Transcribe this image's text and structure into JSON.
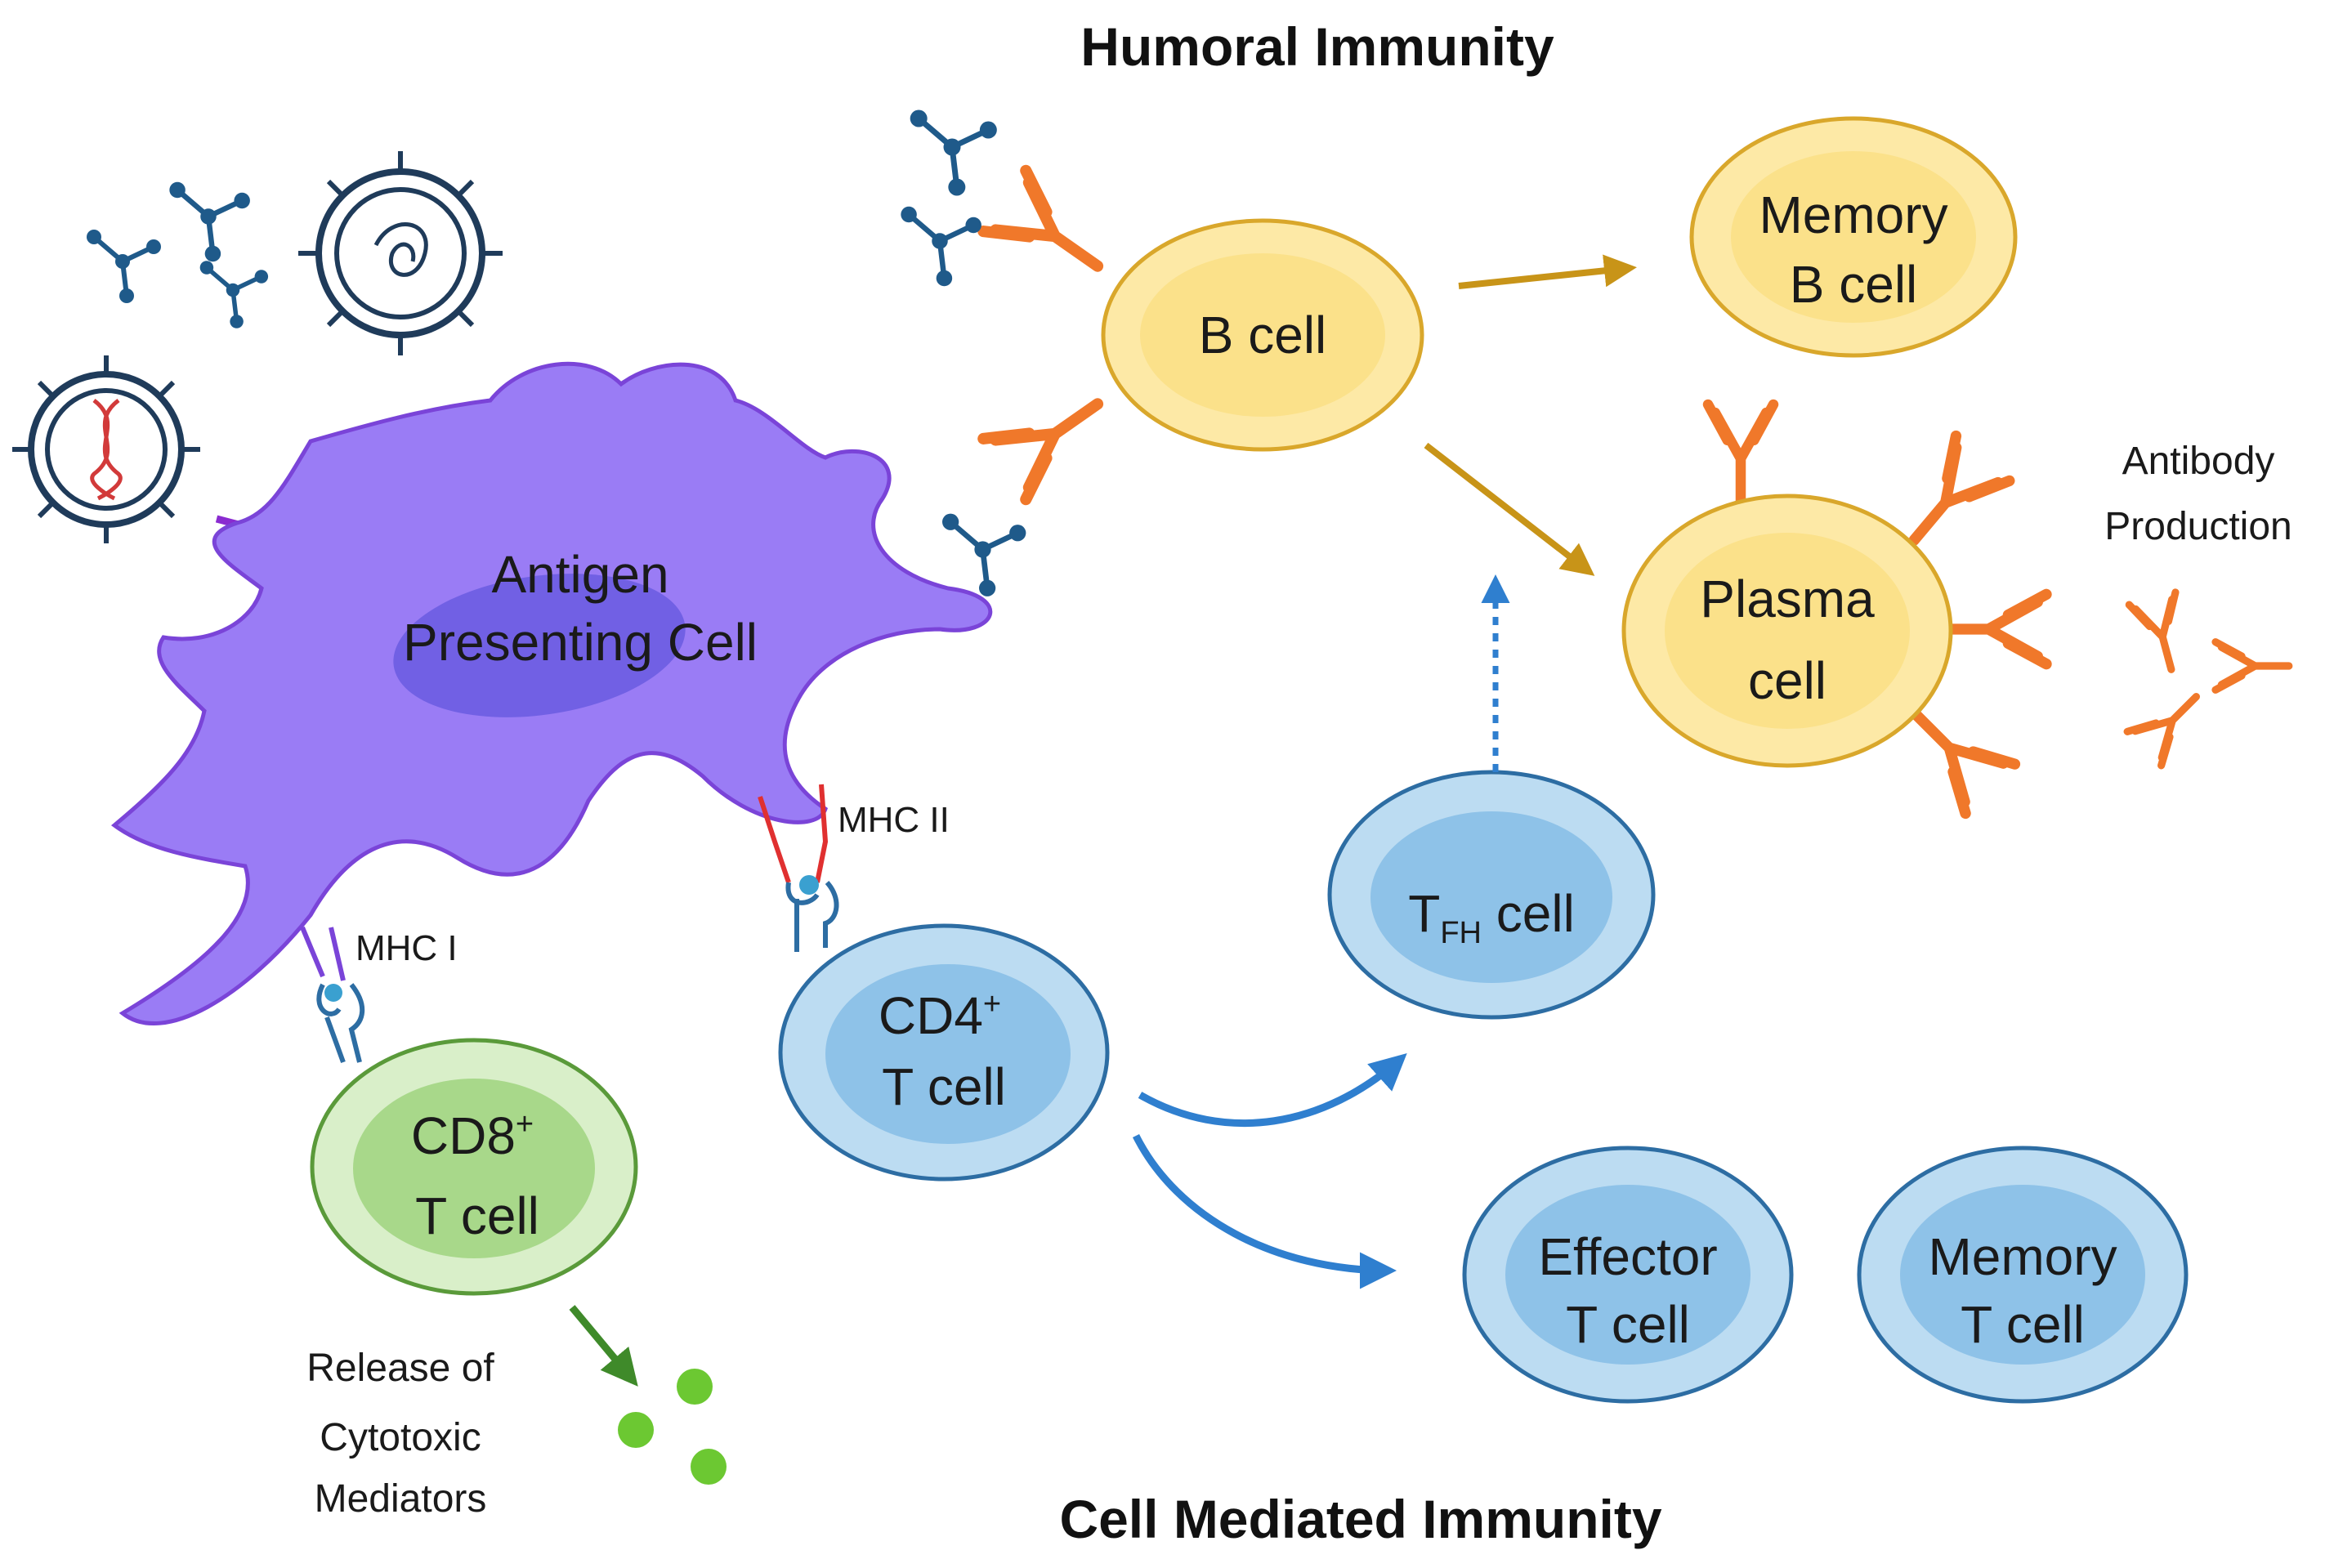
{
  "titles": {
    "humoral": "Humoral Immunity",
    "cell_mediated": "Cell Mediated Immunity"
  },
  "apc": {
    "line1": "Antigen",
    "line2": "Presenting Cell",
    "color": "#9a7cf5"
  },
  "mhc": {
    "class1": "MHC I",
    "class2": "MHC II"
  },
  "cells": {
    "b_cell": "B cell",
    "memory_b": {
      "line1": "Memory",
      "line2": "B cell"
    },
    "plasma": {
      "line1": "Plasma",
      "line2": "cell"
    },
    "cd8": {
      "line1_main": "CD8",
      "line1_sup": "+",
      "line2": "T cell"
    },
    "cd4": {
      "line1_main": "CD4",
      "line1_sup": "+",
      "line2": "T cell"
    },
    "tfh": {
      "main": "T",
      "sub": "FH",
      "rest": " cell"
    },
    "effector": {
      "line1": "Effector",
      "line2": "T cell"
    },
    "memory_t": {
      "line1": "Memory",
      "line2": "T cell"
    }
  },
  "annotations": {
    "antibody": {
      "line1": "Antibody",
      "line2": "Production"
    },
    "cytotoxic": {
      "line1": "Release of",
      "line2": "Cytotoxic",
      "line3": "Mediators"
    }
  },
  "colors": {
    "b_lineage_fill": "#fde9a6",
    "b_lineage_core": "#fbe18a",
    "b_lineage_stroke": "#d9a72b",
    "t_fill": "#bcdcf2",
    "t_core": "#8ec2e8",
    "t_stroke": "#2d6da3",
    "cd8_fill": "#d9efc9",
    "cd8_core": "#a8d88a",
    "cd8_stroke": "#5a9a3a",
    "antibody": "#f0782a",
    "antigen": "#1f5a8a",
    "arrow_gold": "#c89418",
    "arrow_blue": "#2f7fcf",
    "arrow_green": "#3f8a2a",
    "arrow_purple": "#8a2bd0"
  }
}
